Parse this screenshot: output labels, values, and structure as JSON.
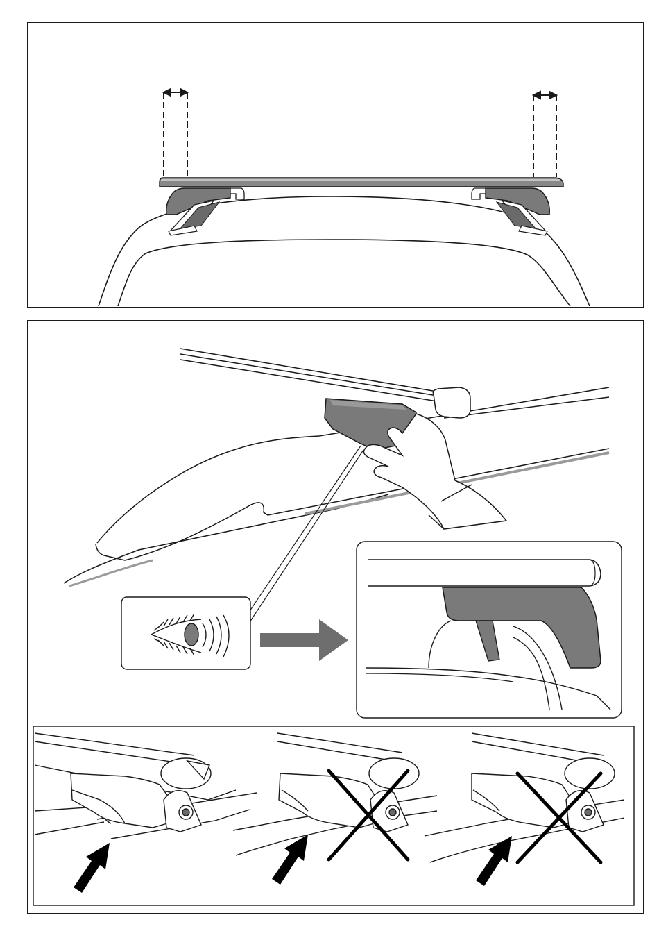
{
  "colors": {
    "line": "#1a1a1a",
    "foot_gray": "#7a7a7a",
    "foot_dark": "#5e5e5e",
    "rail_light": "#e6e6e6",
    "arrow_gray": "#6e6e6e",
    "black": "#000000"
  },
  "icons": [
    "dimension-arrow-icon",
    "eye-icon",
    "big-right-arrow-icon",
    "pointer-arrow-icon",
    "cross-mark-icon"
  ],
  "panels": {
    "top": {
      "figure": "roof-bar-overhang"
    },
    "middle": {
      "figure": "foot-alignment-check"
    },
    "bottom": {
      "figure": "foot-position-comparison",
      "correct_count": 1,
      "incorrect_count": 2
    }
  }
}
